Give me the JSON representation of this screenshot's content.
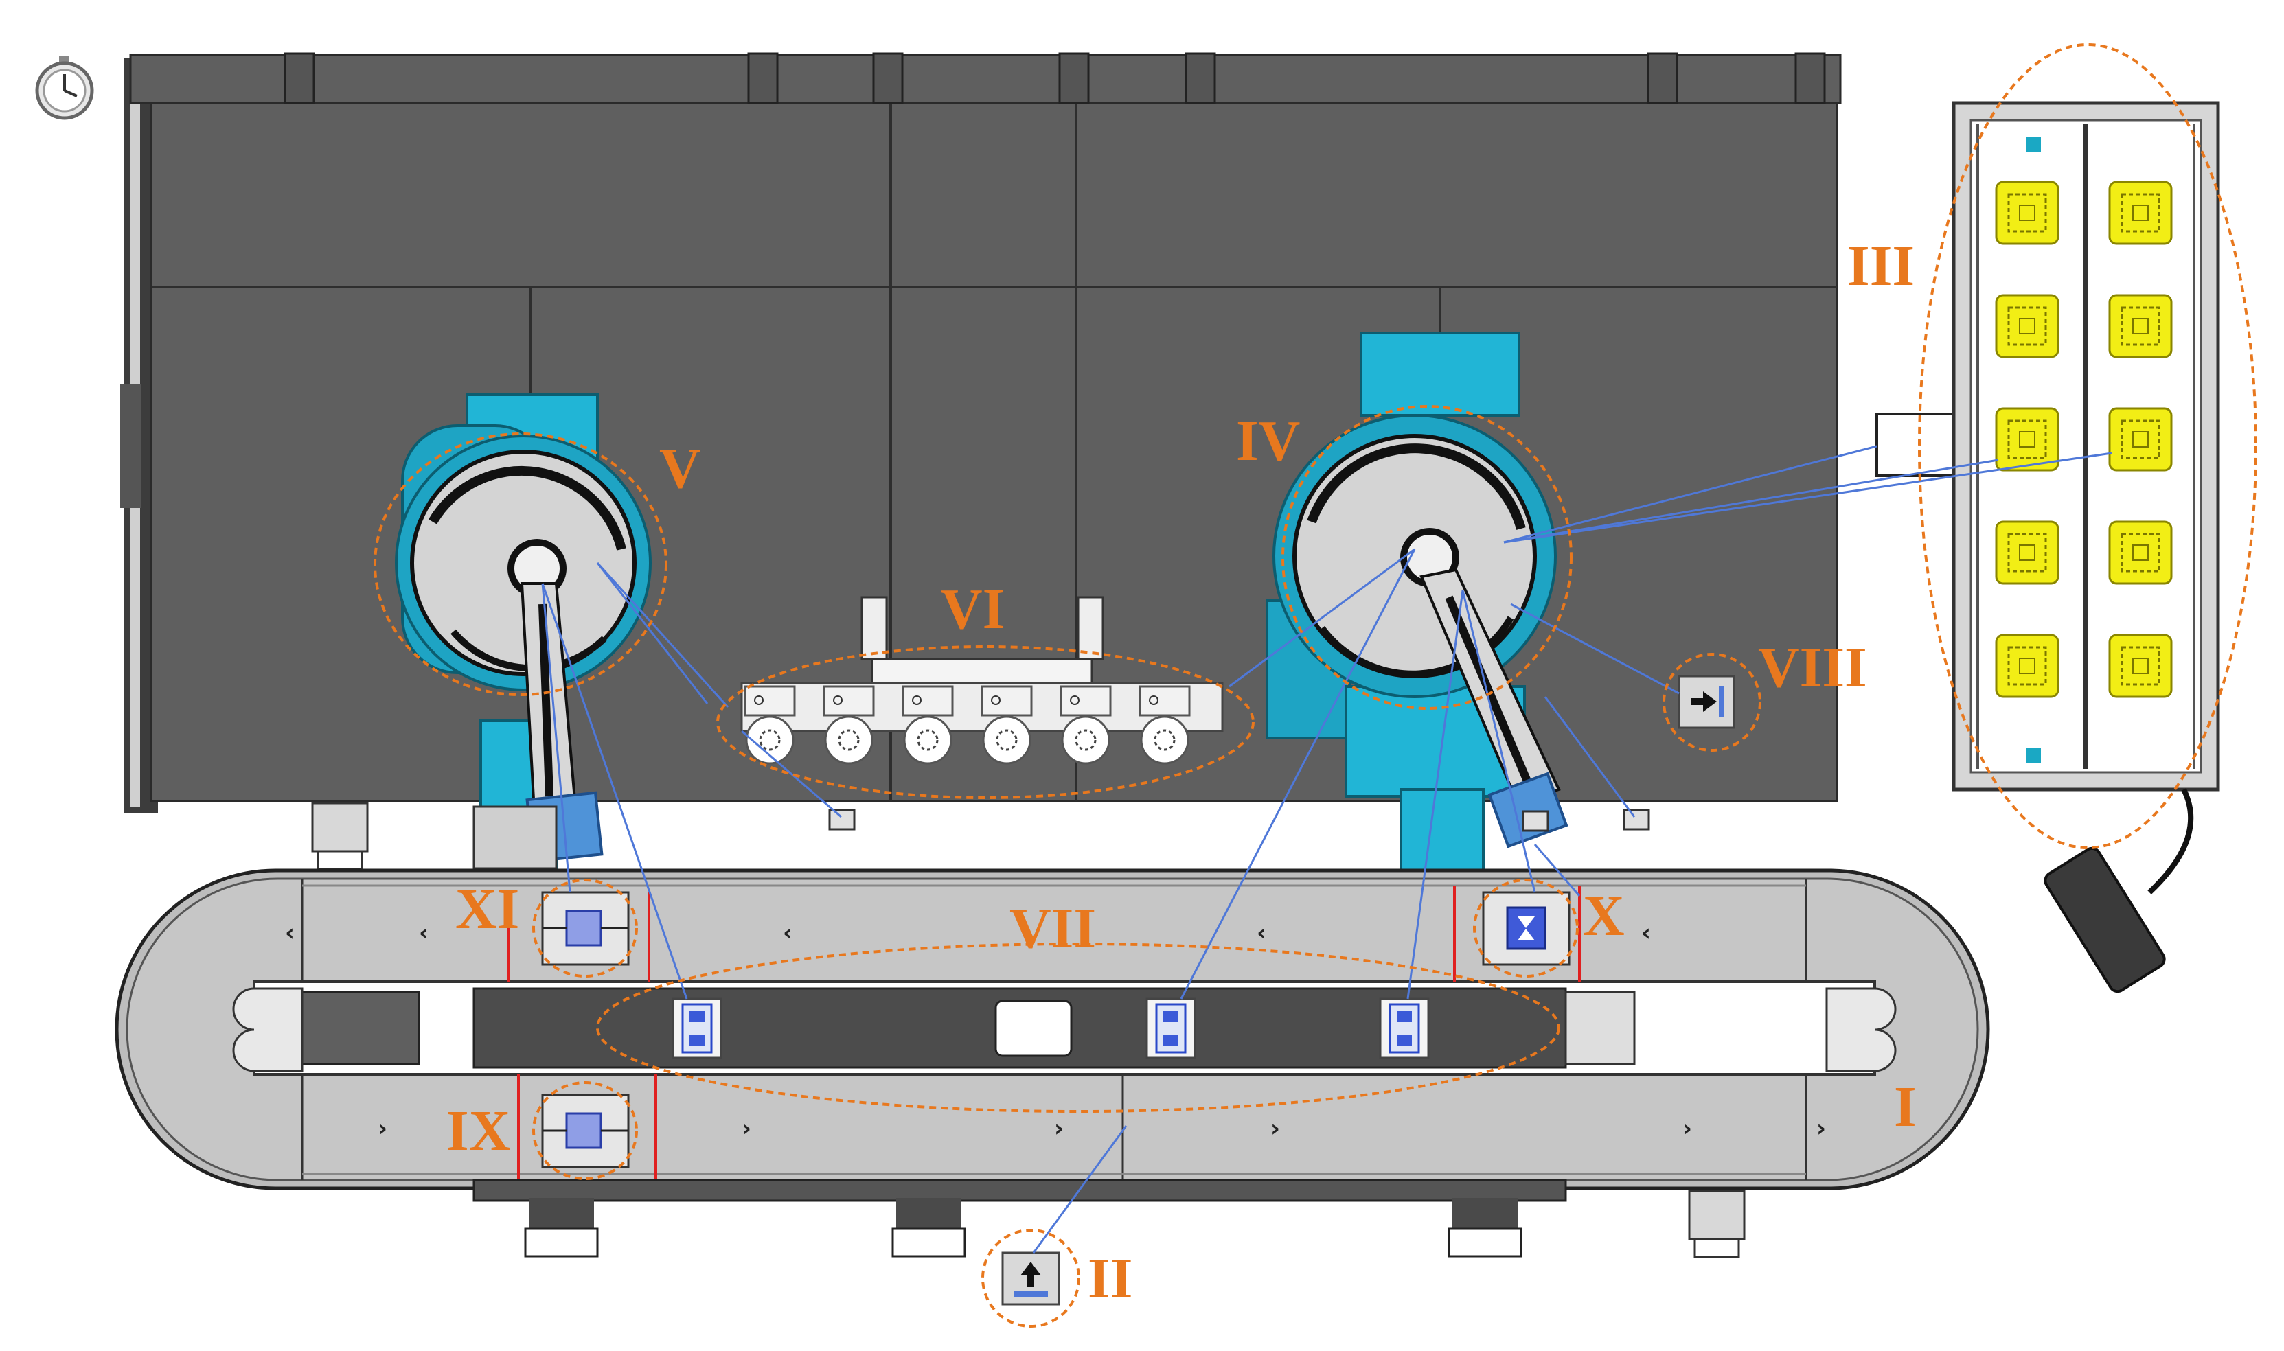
{
  "labels": {
    "I": "I",
    "II": "II",
    "III": "III",
    "IV": "IV",
    "V": "V",
    "VI": "VI",
    "VII": "VII",
    "VIII": "VIII",
    "IX": "IX",
    "X": "X",
    "XI": "XI"
  },
  "chevrons": {
    "top": "‹",
    "bottom": "›"
  },
  "colors": {
    "robot_cyan": "#21b5d6",
    "callout_orange": "#e8781e",
    "wall_gray": "#5f5f5f",
    "conveyor_gray": "#c6c6c6",
    "magazine_yellow": "#f2ee15",
    "link_blue": "#4f78d8",
    "stop_red": "#e02020"
  },
  "icons": {
    "timer": "stopwatch-icon",
    "sensor_II": "arrow-up-icon",
    "sensor_VIII": "arrow-right-bar-icon"
  }
}
